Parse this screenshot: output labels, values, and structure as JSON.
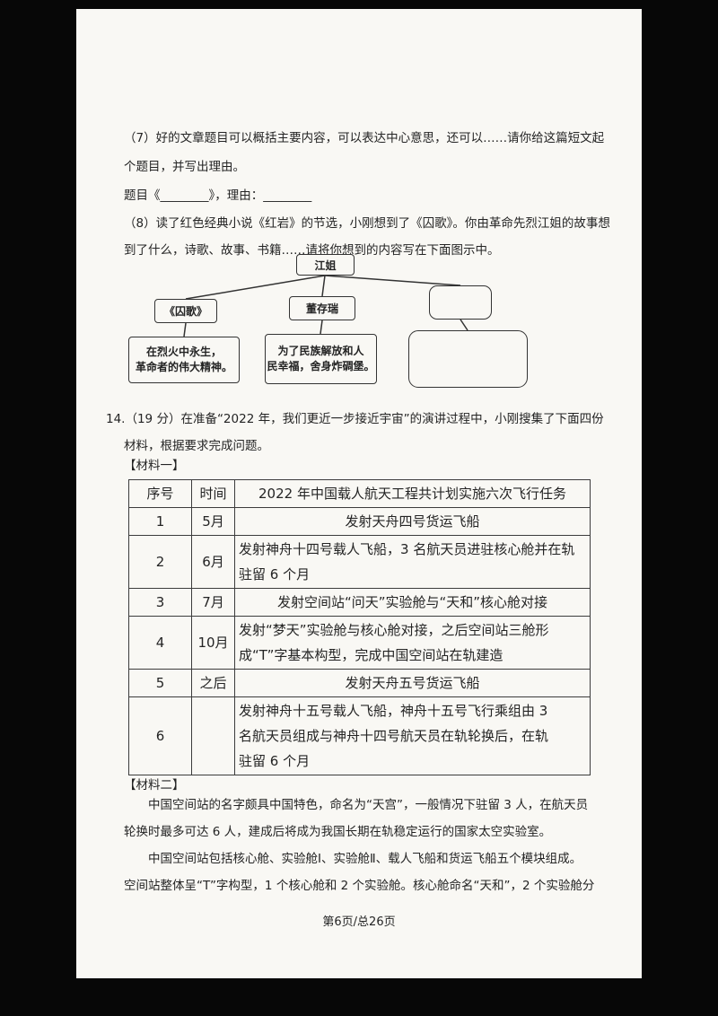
{
  "q7": {
    "lines": [
      "（7）好的文章题目可以概括主要内容，可以表达中心意思，还可以……请你给这篇短文起",
      "个题目，并写出理由。",
      "题目《________》，理由：________"
    ]
  },
  "q8": {
    "lines": [
      "（8）读了红色经典小说《红岩》的节选，小刚想到了《囚歌》。你由革命先烈江姐的故事想",
      "到了什么，诗歌、故事、书籍……请将你想到的内容写在下面图示中。"
    ]
  },
  "diagram": {
    "top": "江姐",
    "mid1": "《囚歌》",
    "mid2": "董存瑞",
    "mid3": "",
    "b1": [
      "在烈火中永生，",
      "革命者的伟大精神。"
    ],
    "b2": [
      "为了民族解放和人",
      "民幸福，舍身炸碉堡。"
    ],
    "b3": ""
  },
  "q14": {
    "lines": [
      "14.（19 分）在准备“2022 年，我们更近一步接近宇宙”的演讲过程中，小刚搜集了下面四份",
      "材料，根据要求完成问题。"
    ]
  },
  "material1": {
    "label": "【材料一】",
    "table": {
      "header": [
        "序号",
        "时间",
        "2022 年中国载人航天工程共计划实施六次飞行任务"
      ],
      "rows": [
        {
          "num": "1",
          "time": "5月",
          "content": "发射天舟四号货运飞船"
        },
        {
          "num": "2",
          "time": "6月",
          "content": "发射神舟十四号载人飞船，3 名航天员进驻核心舱并在轨驻留 6 个月"
        },
        {
          "num": "3",
          "time": "7月",
          "content": "发射空间站“问天”实验舱与“天和”核心舱对接"
        },
        {
          "num": "4",
          "time": "10月",
          "content": "发射“梦天”实验舱与核心舱对接，之后空间站三舱形成“T”字基本构型，完成中国空间站在轨建造"
        },
        {
          "num": "5",
          "time": "之后",
          "content": "发射天舟五号货运飞船"
        },
        {
          "num": "6",
          "time": "",
          "content": "发射神舟十五号载人飞船，神舟十五号飞行乘组由 3 名航天员组成与神舟十四号航天员在轨轮换后，在轨驻留 6 个月"
        }
      ]
    }
  },
  "material2": {
    "label": "【材料二】",
    "lines": [
      "中国空间站的名字颇具中国特色，命名为“天宫”，一般情况下驻留 3 人，在航天员",
      "轮换时最多可达 6 人，建成后将成为我国长期在轨稳定运行的国家太空实验室。",
      "中国空间站包括核心舱、实验舱Ⅰ、实验舱Ⅱ、载人飞船和货运飞船五个模块组成。",
      "空间站整体呈“T”字构型，1 个核心舱和 2 个实验舱。核心舱命名“天和”，2 个实验舱分"
    ]
  },
  "footer": {
    "text": "第6页/总26页"
  }
}
